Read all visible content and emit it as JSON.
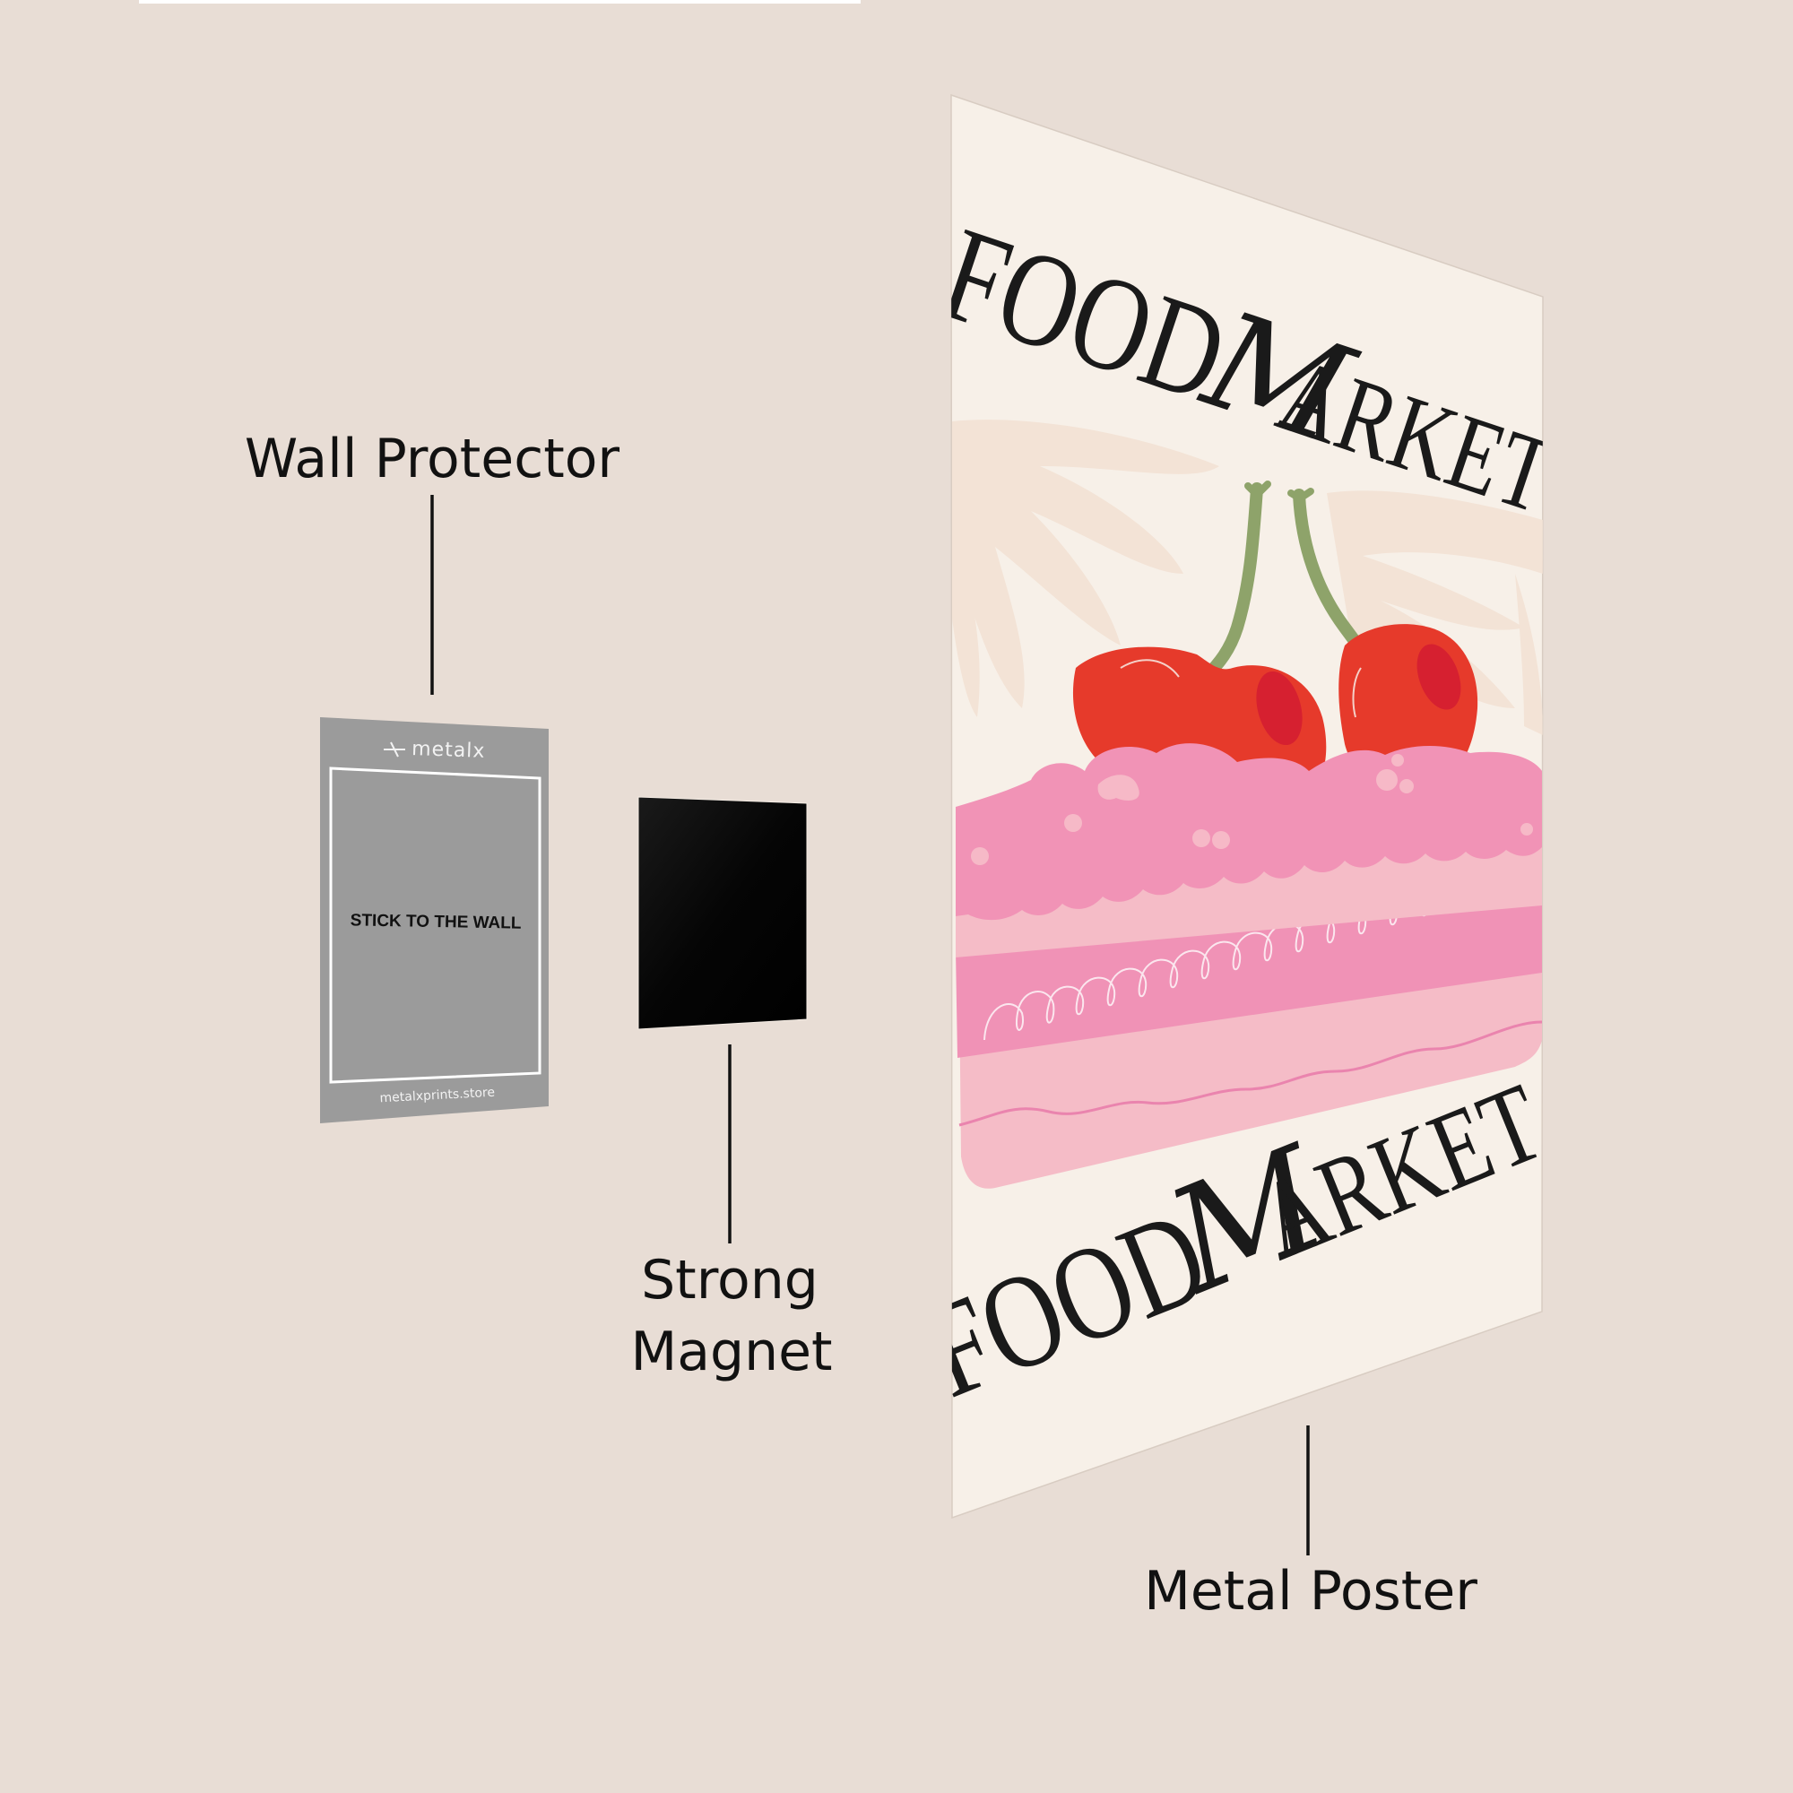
{
  "scene": {
    "background_color": "#e8ddd5",
    "top_bar_color": "#ffffff"
  },
  "labels": {
    "wall_protector": "Wall Protector",
    "strong_magnet_line1": "Strong",
    "strong_magnet_line2": "Magnet",
    "metal_poster": "Metal Poster"
  },
  "wall_protector": {
    "brand": "metalx",
    "instruction": "STICK TO THE WALL",
    "website": "metalxprints.store",
    "fill_color": "#9b9b9b"
  },
  "magnet": {
    "fill_color": "#050505"
  },
  "poster": {
    "title_top_regular": "FOOD",
    "title_top_script": "M",
    "title_top_rest": "ARKET",
    "title_bottom_regular": "FOOD",
    "title_bottom_script": "M",
    "title_bottom_rest": "ARKET",
    "colors": {
      "paper": "#f7f0e8",
      "leaf": "#f3e3d6",
      "cherry": "#e63a2b",
      "cherry_cut": "#d62030",
      "stem": "#8ea36a",
      "frosting": "#f193b6",
      "frosting_light": "#f6b9c7",
      "cake": "#f5bcc7",
      "filling": "#f092b6"
    }
  }
}
